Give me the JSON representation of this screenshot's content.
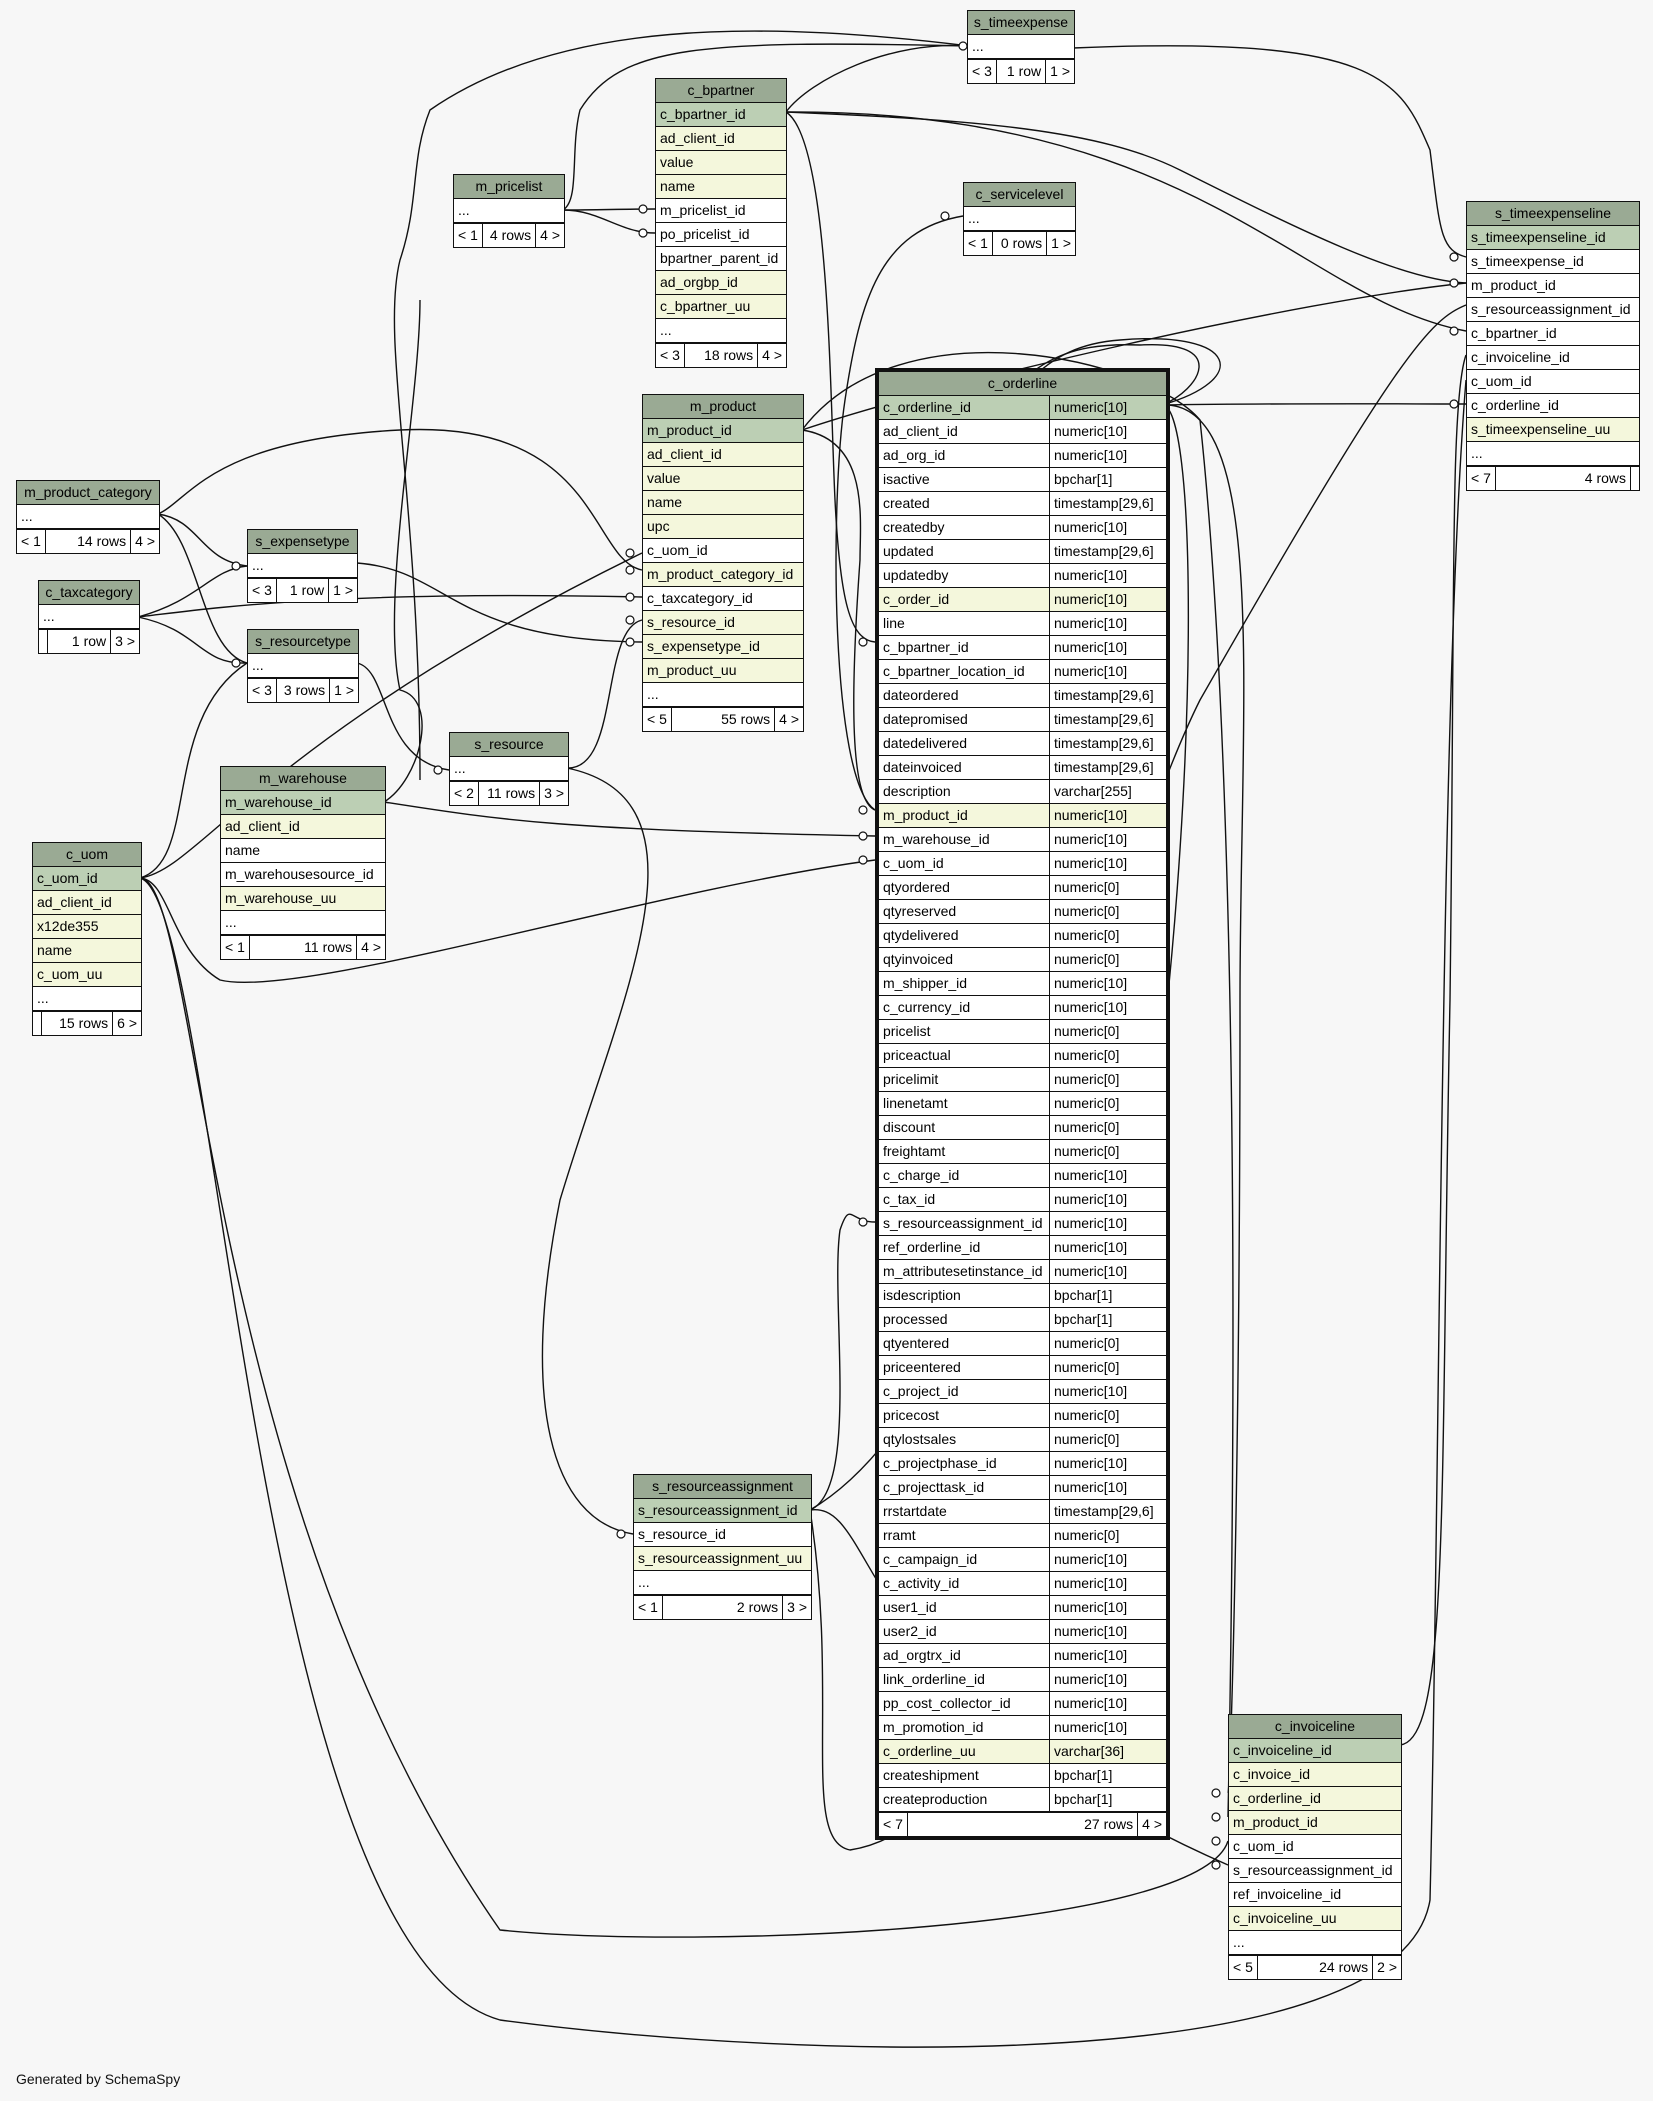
{
  "footer": "Generated by SchemaSpy",
  "colors": {
    "header": "#9aaa94",
    "primary_key": "#bccfb4",
    "foreign_key": "#f4f7dc",
    "line": "#111111"
  },
  "tables": {
    "s_timeexpense": {
      "name": "s_timeexpense",
      "rows": [
        "..."
      ],
      "footer": [
        "< 3",
        "1 row",
        "1 >"
      ]
    },
    "c_bpartner": {
      "name": "c_bpartner",
      "rows": [
        "c_bpartner_id",
        "ad_client_id",
        "value",
        "name",
        "m_pricelist_id",
        "po_pricelist_id",
        "bpartner_parent_id",
        "ad_orgbp_id",
        "c_bpartner_uu",
        "..."
      ],
      "footer": [
        "< 3",
        "18 rows",
        "4 >"
      ]
    },
    "m_pricelist": {
      "name": "m_pricelist",
      "rows": [
        "..."
      ],
      "footer": [
        "< 1",
        "4 rows",
        "4 >"
      ]
    },
    "c_servicelevel": {
      "name": "c_servicelevel",
      "rows": [
        "..."
      ],
      "footer": [
        "< 1",
        "0 rows",
        "1 >"
      ]
    },
    "s_timeexpenseline": {
      "name": "s_timeexpenseline",
      "rows": [
        "s_timeexpenseline_id",
        "s_timeexpense_id",
        "m_product_id",
        "s_resourceassignment_id",
        "c_bpartner_id",
        "c_invoiceline_id",
        "c_uom_id",
        "c_orderline_id",
        "s_timeexpenseline_uu",
        "..."
      ],
      "footer": [
        "< 7",
        "4 rows",
        ""
      ]
    },
    "m_product": {
      "name": "m_product",
      "rows": [
        "m_product_id",
        "ad_client_id",
        "value",
        "name",
        "upc",
        "c_uom_id",
        "m_product_category_id",
        "c_taxcategory_id",
        "s_resource_id",
        "s_expensetype_id",
        "m_product_uu",
        "..."
      ],
      "footer": [
        "< 5",
        "55 rows",
        "4 >"
      ]
    },
    "m_product_category": {
      "name": "m_product_category",
      "rows": [
        "..."
      ],
      "footer": [
        "< 1",
        "14 rows",
        "4 >"
      ]
    },
    "s_expensetype": {
      "name": "s_expensetype",
      "rows": [
        "..."
      ],
      "footer": [
        "< 3",
        "1 row",
        "1 >"
      ]
    },
    "c_taxcategory": {
      "name": "c_taxcategory",
      "rows": [
        "..."
      ],
      "footer": [
        "",
        "1 row",
        "3 >"
      ]
    },
    "s_resourcetype": {
      "name": "s_resourcetype",
      "rows": [
        "..."
      ],
      "footer": [
        "< 3",
        "3 rows",
        "1 >"
      ]
    },
    "s_resource": {
      "name": "s_resource",
      "rows": [
        "..."
      ],
      "footer": [
        "< 2",
        "11 rows",
        "3 >"
      ]
    },
    "m_warehouse": {
      "name": "m_warehouse",
      "rows": [
        "m_warehouse_id",
        "ad_client_id",
        "name",
        "m_warehousesource_id",
        "m_warehouse_uu",
        "..."
      ],
      "footer": [
        "< 1",
        "11 rows",
        "4 >"
      ]
    },
    "c_uom": {
      "name": "c_uom",
      "rows": [
        "c_uom_id",
        "ad_client_id",
        "x12de355",
        "name",
        "c_uom_uu",
        "..."
      ],
      "footer": [
        "",
        "15 rows",
        "6 >"
      ]
    },
    "s_resourceassignment": {
      "name": "s_resourceassignment",
      "rows": [
        "s_resourceassignment_id",
        "s_resource_id",
        "s_resourceassignment_uu",
        "..."
      ],
      "footer": [
        "< 1",
        "2 rows",
        "3 >"
      ]
    },
    "c_invoiceline": {
      "name": "c_invoiceline",
      "rows": [
        "c_invoiceline_id",
        "c_invoice_id",
        "c_orderline_id",
        "m_product_id",
        "c_uom_id",
        "s_resourceassignment_id",
        "ref_invoiceline_id",
        "c_invoiceline_uu",
        "..."
      ],
      "footer": [
        "< 5",
        "24 rows",
        "2 >"
      ]
    },
    "c_orderline": {
      "name": "c_orderline",
      "footer": [
        "< 7",
        "27 rows",
        "4 >"
      ],
      "columns": [
        [
          "c_orderline_id",
          "numeric[10]"
        ],
        [
          "ad_client_id",
          "numeric[10]"
        ],
        [
          "ad_org_id",
          "numeric[10]"
        ],
        [
          "isactive",
          "bpchar[1]"
        ],
        [
          "created",
          "timestamp[29,6]"
        ],
        [
          "createdby",
          "numeric[10]"
        ],
        [
          "updated",
          "timestamp[29,6]"
        ],
        [
          "updatedby",
          "numeric[10]"
        ],
        [
          "c_order_id",
          "numeric[10]"
        ],
        [
          "line",
          "numeric[10]"
        ],
        [
          "c_bpartner_id",
          "numeric[10]"
        ],
        [
          "c_bpartner_location_id",
          "numeric[10]"
        ],
        [
          "dateordered",
          "timestamp[29,6]"
        ],
        [
          "datepromised",
          "timestamp[29,6]"
        ],
        [
          "datedelivered",
          "timestamp[29,6]"
        ],
        [
          "dateinvoiced",
          "timestamp[29,6]"
        ],
        [
          "description",
          "varchar[255]"
        ],
        [
          "m_product_id",
          "numeric[10]"
        ],
        [
          "m_warehouse_id",
          "numeric[10]"
        ],
        [
          "c_uom_id",
          "numeric[10]"
        ],
        [
          "qtyordered",
          "numeric[0]"
        ],
        [
          "qtyreserved",
          "numeric[0]"
        ],
        [
          "qtydelivered",
          "numeric[0]"
        ],
        [
          "qtyinvoiced",
          "numeric[0]"
        ],
        [
          "m_shipper_id",
          "numeric[10]"
        ],
        [
          "c_currency_id",
          "numeric[10]"
        ],
        [
          "pricelist",
          "numeric[0]"
        ],
        [
          "priceactual",
          "numeric[0]"
        ],
        [
          "pricelimit",
          "numeric[0]"
        ],
        [
          "linenetamt",
          "numeric[0]"
        ],
        [
          "discount",
          "numeric[0]"
        ],
        [
          "freightamt",
          "numeric[0]"
        ],
        [
          "c_charge_id",
          "numeric[10]"
        ],
        [
          "c_tax_id",
          "numeric[10]"
        ],
        [
          "s_resourceassignment_id",
          "numeric[10]"
        ],
        [
          "ref_orderline_id",
          "numeric[10]"
        ],
        [
          "m_attributesetinstance_id",
          "numeric[10]"
        ],
        [
          "isdescription",
          "bpchar[1]"
        ],
        [
          "processed",
          "bpchar[1]"
        ],
        [
          "qtyentered",
          "numeric[0]"
        ],
        [
          "priceentered",
          "numeric[0]"
        ],
        [
          "c_project_id",
          "numeric[10]"
        ],
        [
          "pricecost",
          "numeric[0]"
        ],
        [
          "qtylostsales",
          "numeric[0]"
        ],
        [
          "c_projectphase_id",
          "numeric[10]"
        ],
        [
          "c_projecttask_id",
          "numeric[10]"
        ],
        [
          "rrstartdate",
          "timestamp[29,6]"
        ],
        [
          "rramt",
          "numeric[0]"
        ],
        [
          "c_campaign_id",
          "numeric[10]"
        ],
        [
          "c_activity_id",
          "numeric[10]"
        ],
        [
          "user1_id",
          "numeric[10]"
        ],
        [
          "user2_id",
          "numeric[10]"
        ],
        [
          "ad_orgtrx_id",
          "numeric[10]"
        ],
        [
          "link_orderline_id",
          "numeric[10]"
        ],
        [
          "pp_cost_collector_id",
          "numeric[10]"
        ],
        [
          "m_promotion_id",
          "numeric[10]"
        ],
        [
          "c_orderline_uu",
          "varchar[36]"
        ],
        [
          "createshipment",
          "bpchar[1]"
        ],
        [
          "createproduction",
          "bpchar[1]"
        ]
      ]
    }
  }
}
